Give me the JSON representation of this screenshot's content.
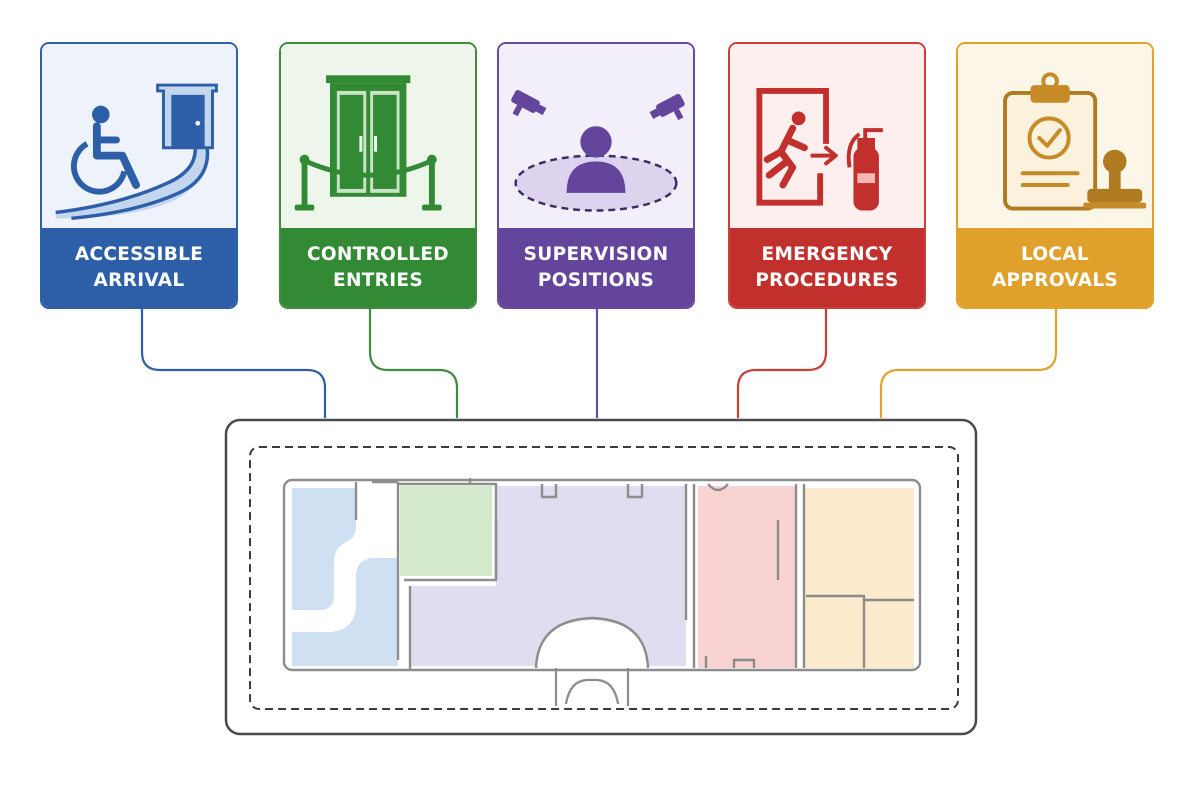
{
  "diagram": {
    "categories": [
      {
        "id": "accessible-arrival",
        "lines": [
          "ACCESSIBLE",
          "ARRIVAL"
        ],
        "icon": "wheelchair-ramp-door-icon",
        "color": "#2d5fa9"
      },
      {
        "id": "controlled-entries",
        "lines": [
          "CONTROLLED",
          "ENTRIES"
        ],
        "icon": "double-door-rope-barrier-icon",
        "color": "#338a35"
      },
      {
        "id": "supervision-positions",
        "lines": [
          "SUPERVISION",
          "POSITIONS"
        ],
        "icon": "cctv-person-zone-icon",
        "color": "#63459b"
      },
      {
        "id": "emergency-procedures",
        "lines": [
          "EMERGENCY",
          "PROCEDURES"
        ],
        "icon": "emergency-exit-fire-extinguisher-icon",
        "color": "#c2302d"
      },
      {
        "id": "local-approvals",
        "lines": [
          "LOCAL",
          "APPROVALS"
        ],
        "icon": "clipboard-checkmark-stamp-icon",
        "color": "#dfa12b"
      }
    ],
    "floor_plan": {
      "zones": [
        {
          "name": "arrival-zone",
          "color": "#cfe0f3"
        },
        {
          "name": "entry-zone",
          "color": "#d4e8cc"
        },
        {
          "name": "supervision-zone",
          "color": "#e2dcf0"
        },
        {
          "name": "emergency-zone",
          "color": "#f8d3d1"
        },
        {
          "name": "approvals-zone",
          "color": "#fbeacb"
        }
      ]
    }
  }
}
